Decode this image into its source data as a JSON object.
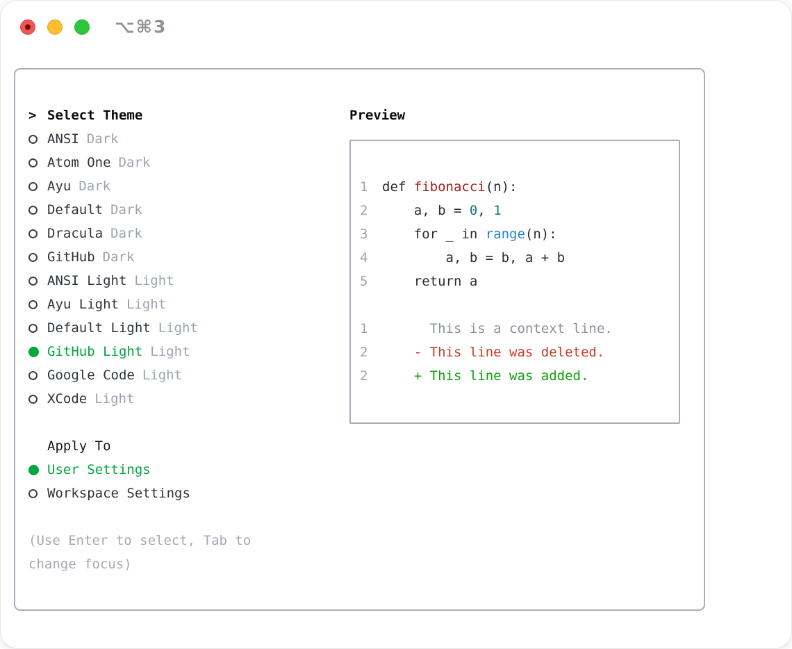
{
  "titlebar": {
    "title": "⌥⌘3"
  },
  "colors": {
    "header_black": "#0a0d10",
    "name_dark": "#2e343b",
    "muted_gray": "#9aa4b1",
    "hint_gray": "#a2aab5",
    "accent_green": "#00a73e",
    "func_red": "#a6221c",
    "number_teal": "#0e7a74",
    "builtin_blue": "#2088c9",
    "context_gray": "#8b929c",
    "deleted_red": "#c53b27",
    "added_green": "#0ba40b",
    "line_number_gray": "#9aa4b1",
    "border_gray": "#a7afb9",
    "title_gray": "#8f9398",
    "traffic_red": "#f4564f",
    "traffic_red_dot": "#70100d",
    "traffic_yellow": "#fcbe30",
    "traffic_green": "#2dc73d"
  },
  "theme_panel": {
    "header": {
      "cursor": ">",
      "label": "Select Theme"
    },
    "themes": [
      {
        "name": "ANSI",
        "variant": "Dark",
        "selected": false
      },
      {
        "name": "Atom One",
        "variant": "Dark",
        "selected": false
      },
      {
        "name": "Ayu",
        "variant": "Dark",
        "selected": false
      },
      {
        "name": "Default",
        "variant": "Dark",
        "selected": false
      },
      {
        "name": "Dracula",
        "variant": "Dark",
        "selected": false
      },
      {
        "name": "GitHub",
        "variant": "Dark",
        "selected": false
      },
      {
        "name": "ANSI Light",
        "variant": "Light",
        "selected": false
      },
      {
        "name": "Ayu Light",
        "variant": "Light",
        "selected": false
      },
      {
        "name": "Default Light",
        "variant": "Light",
        "selected": false
      },
      {
        "name": "GitHub Light",
        "variant": "Light",
        "selected": true
      },
      {
        "name": "Google Code",
        "variant": "Light",
        "selected": false
      },
      {
        "name": "XCode",
        "variant": "Light",
        "selected": false
      }
    ],
    "apply_to": {
      "label": "Apply To",
      "options": [
        {
          "label": "User Settings",
          "selected": true
        },
        {
          "label": "Workspace Settings",
          "selected": false
        }
      ]
    },
    "hint_lines": [
      "(Use Enter to select, Tab to",
      "change focus)"
    ]
  },
  "preview": {
    "header": "Preview",
    "lines": [
      {
        "num": "1",
        "segments": [
          {
            "text": "def ",
            "color": "code"
          },
          {
            "text": "fibonacci",
            "color": "func"
          },
          {
            "text": "(n):",
            "color": "code"
          }
        ]
      },
      {
        "num": "2",
        "segments": [
          {
            "text": "    a, b = ",
            "color": "code"
          },
          {
            "text": "0",
            "color": "number"
          },
          {
            "text": ", ",
            "color": "code"
          },
          {
            "text": "1",
            "color": "number"
          }
        ]
      },
      {
        "num": "3",
        "segments": [
          {
            "text": "    for _ in ",
            "color": "code"
          },
          {
            "text": "range",
            "color": "builtin"
          },
          {
            "text": "(n):",
            "color": "code"
          }
        ]
      },
      {
        "num": "4",
        "segments": [
          {
            "text": "        a, b = b, a + b",
            "color": "code"
          }
        ]
      },
      {
        "num": "5",
        "segments": [
          {
            "text": "    return a",
            "color": "code"
          }
        ]
      },
      {
        "num": "",
        "segments": []
      },
      {
        "num": "1",
        "segments": [
          {
            "text": "      This is a context line.",
            "color": "context"
          }
        ]
      },
      {
        "num": "2",
        "segments": [
          {
            "text": "    - This line was deleted.",
            "color": "deleted"
          }
        ]
      },
      {
        "num": "2",
        "segments": [
          {
            "text": "    + This line was added.",
            "color": "added"
          }
        ]
      }
    ]
  }
}
